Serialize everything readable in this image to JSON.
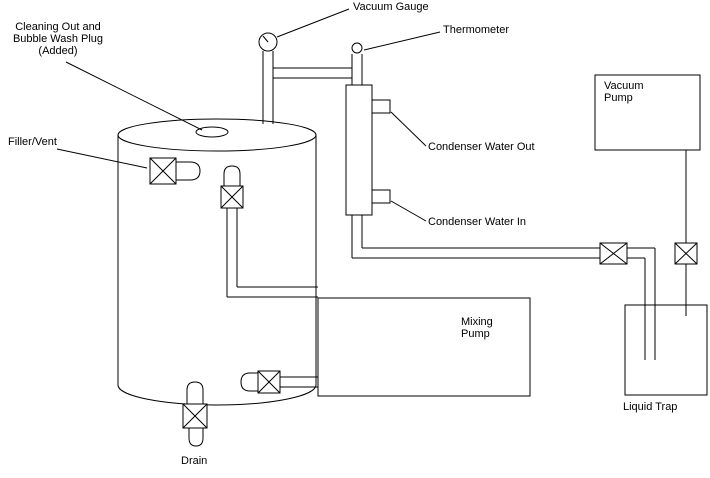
{
  "colors": {
    "line": "#000000",
    "background": "#ffffff"
  },
  "labels": {
    "cleaning_plug": {
      "line1": "Cleaning Out and",
      "line2": "Bubble Wash Plug",
      "line3": "(Added)"
    },
    "vacuum_gauge": "Vacuum Gauge",
    "thermometer": "Thermometer",
    "filler_vent": "Filler/Vent",
    "condenser_water_out": "Condenser Water Out",
    "condenser_water_in": "Condenser Water In",
    "vacuum_pump": {
      "line1": "Vacuum",
      "line2": "Pump"
    },
    "mixing_pump": {
      "line1": "Mixing",
      "line2": "Pump"
    },
    "liquid_trap": "Liquid Trap",
    "drain": "Drain"
  }
}
